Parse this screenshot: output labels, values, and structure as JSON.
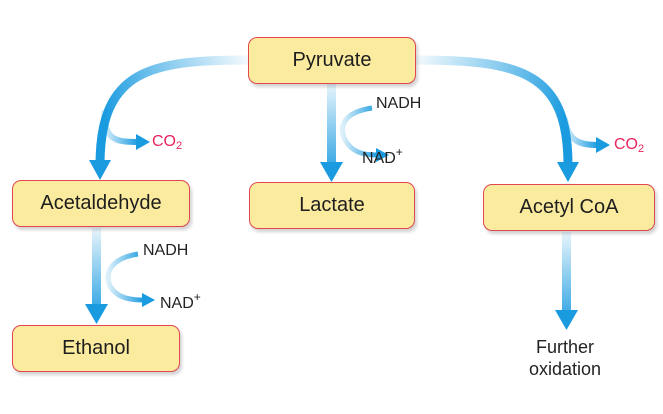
{
  "diagram": {
    "nodes": {
      "pyruvate": "Pyruvate",
      "acetaldehyde": "Acetaldehyde",
      "lactate": "Lactate",
      "acetyl_coa": "Acetyl CoA",
      "ethanol": "Ethanol",
      "further_oxidation": [
        "Further",
        "oxidation"
      ]
    },
    "labels": {
      "nadh": "NADH",
      "nad_base": "NAD",
      "nad_sup": "+",
      "co2_base": "CO",
      "co2_sub": "2"
    },
    "colors": {
      "box_fill": "#fbeb9f",
      "box_border": "#e0474f",
      "arrow": "#1a9be0",
      "co2_text": "#e8245d"
    }
  }
}
